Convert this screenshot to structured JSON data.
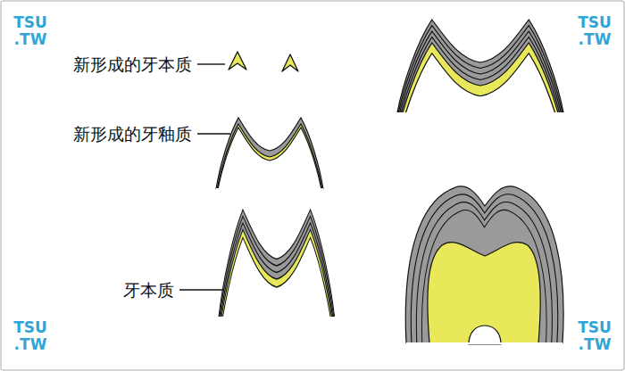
{
  "diagram": {
    "labels": [
      "TSU .TW",
      "TSU .TW",
      "新形成的牙本质",
      "新形成的牙釉质",
      "牙本质",
      "TSU .TW",
      "TSU .TW"
    ]
  }
}
